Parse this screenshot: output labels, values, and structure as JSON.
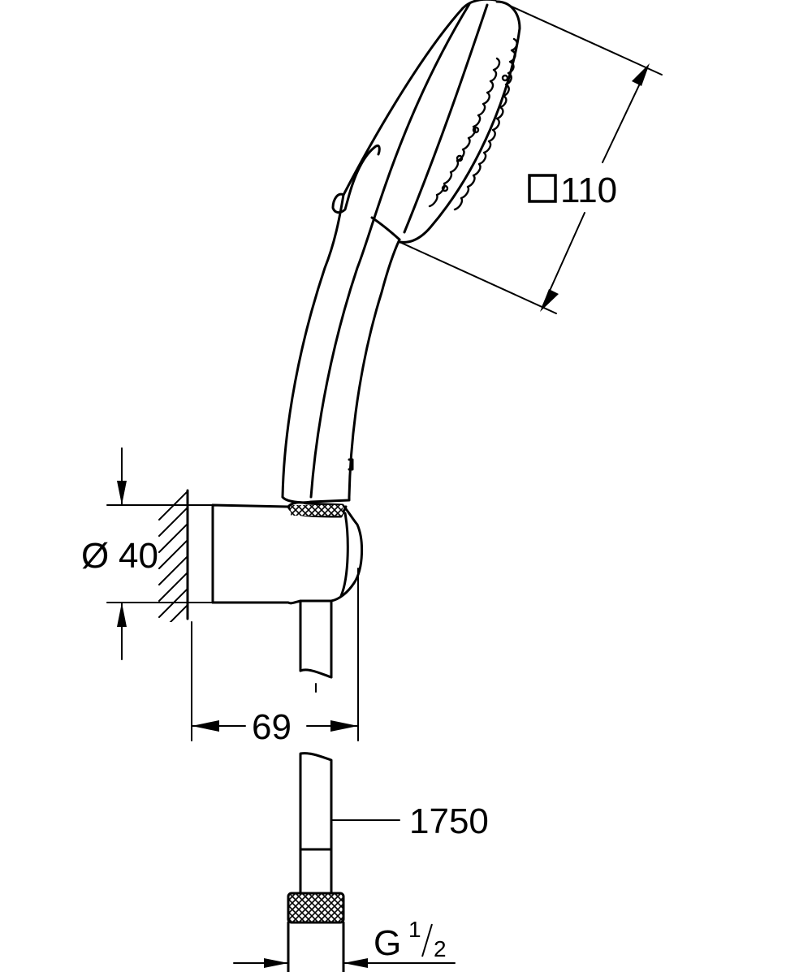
{
  "colors": {
    "line": "#000000",
    "background": "#ffffff"
  },
  "dimensions": {
    "head_size": {
      "symbol": "square-icon",
      "value": "110"
    },
    "holder_diameter": {
      "symbol": "Ø",
      "value": "40"
    },
    "holder_depth": {
      "value": "69"
    },
    "hose_length": {
      "value": "1750"
    },
    "thread": {
      "prefix": "G",
      "numerator": "1",
      "denominator": "2"
    }
  }
}
